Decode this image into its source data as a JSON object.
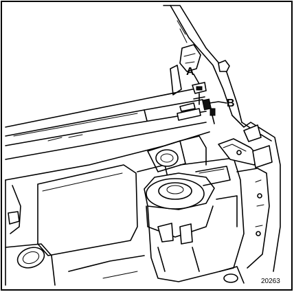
{
  "labels": {
    "a": "A",
    "b": "B"
  },
  "reference_number": "20263"
}
